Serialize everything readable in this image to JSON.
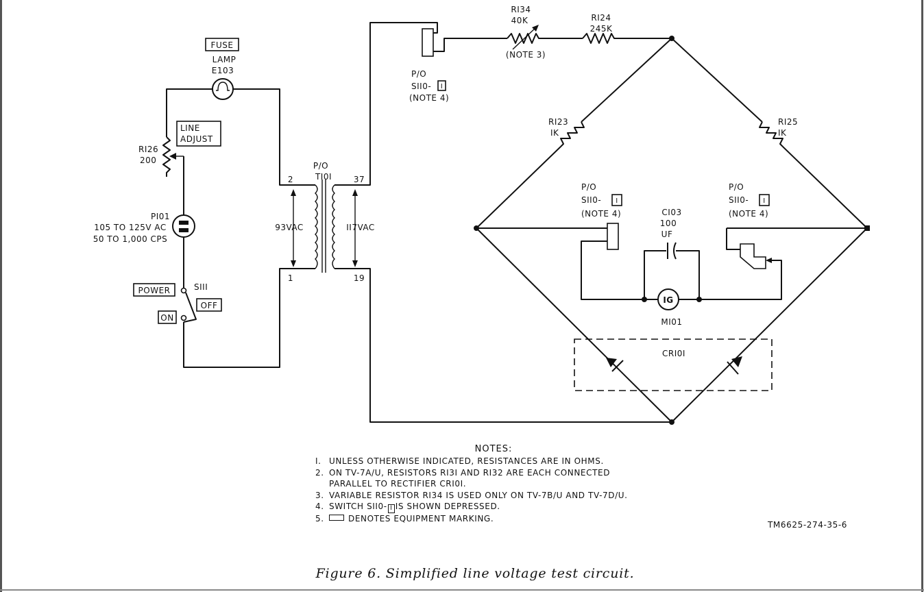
{
  "diagram": {
    "labels": {
      "fuse": "FUSE",
      "lamp": "LAMP",
      "e103": "E103",
      "line": "LINE",
      "adjust": "ADJUST",
      "r126": "RI26",
      "r126_value": "200",
      "p101": "PI01",
      "p101_range": "105 TO 125V AC",
      "p101_freq": "50 TO 1,000 CPS",
      "power": "POWER",
      "s111": "SIII",
      "off": "OFF",
      "on": "ON",
      "t101_po": "P/O",
      "t101": "TI0I",
      "pin2": "2",
      "pin1": "1",
      "pin37": "37",
      "pin19": "19",
      "v93": "93VAC",
      "v117": "II7VAC",
      "r134": "RI34",
      "r134_value": "40K",
      "note3": "(NOTE 3)",
      "r124": "RI24",
      "r124_value": "245K",
      "s110_top_po": "P/O",
      "s110_top": "SII0-",
      "s110_top_sub": "I",
      "s110_top_note": "(NOTE 4)",
      "r123": "RI23",
      "r123_value": "IK",
      "r125": "RI25",
      "r125_value": "IK",
      "s110_mid_po": "P/O",
      "s110_mid": "SII0-",
      "s110_mid_sub": "I",
      "s110_mid_note": "(NOTE 4)",
      "c103": "CI03",
      "c103_value": "100",
      "c103_unit": "UF",
      "s110_right_po": "P/O",
      "s110_right": "SII0-",
      "s110_right_sub": "I",
      "s110_right_note": "(NOTE 4)",
      "meter": "IG",
      "m101": "MI01",
      "cr101": "CRI0I"
    }
  },
  "notes": {
    "heading": "NOTES:",
    "items": [
      {
        "num": "I.",
        "text": "UNLESS OTHERWISE INDICATED, RESISTANCES ARE IN OHMS."
      },
      {
        "num": "2.",
        "text": "ON TV-7A/U, RESISTORS RI3I AND RI32 ARE EACH CONNECTED PARALLEL TO RECTIFIER CRI0I."
      },
      {
        "num": "3.",
        "text": "VARIABLE RESISTOR RI34 IS USED ONLY ON TV-7B/U AND TV-7D/U."
      },
      {
        "num": "4.",
        "before": "SWITCH SII0-",
        "box": "I",
        "after": "IS SHOWN DEPRESSED."
      },
      {
        "num": "5.",
        "text": "DENOTES EQUIPMENT MARKING."
      }
    ]
  },
  "doc_id": "TM6625-274-35-6",
  "caption": "Figure 6.  Simplified line voltage test circuit."
}
